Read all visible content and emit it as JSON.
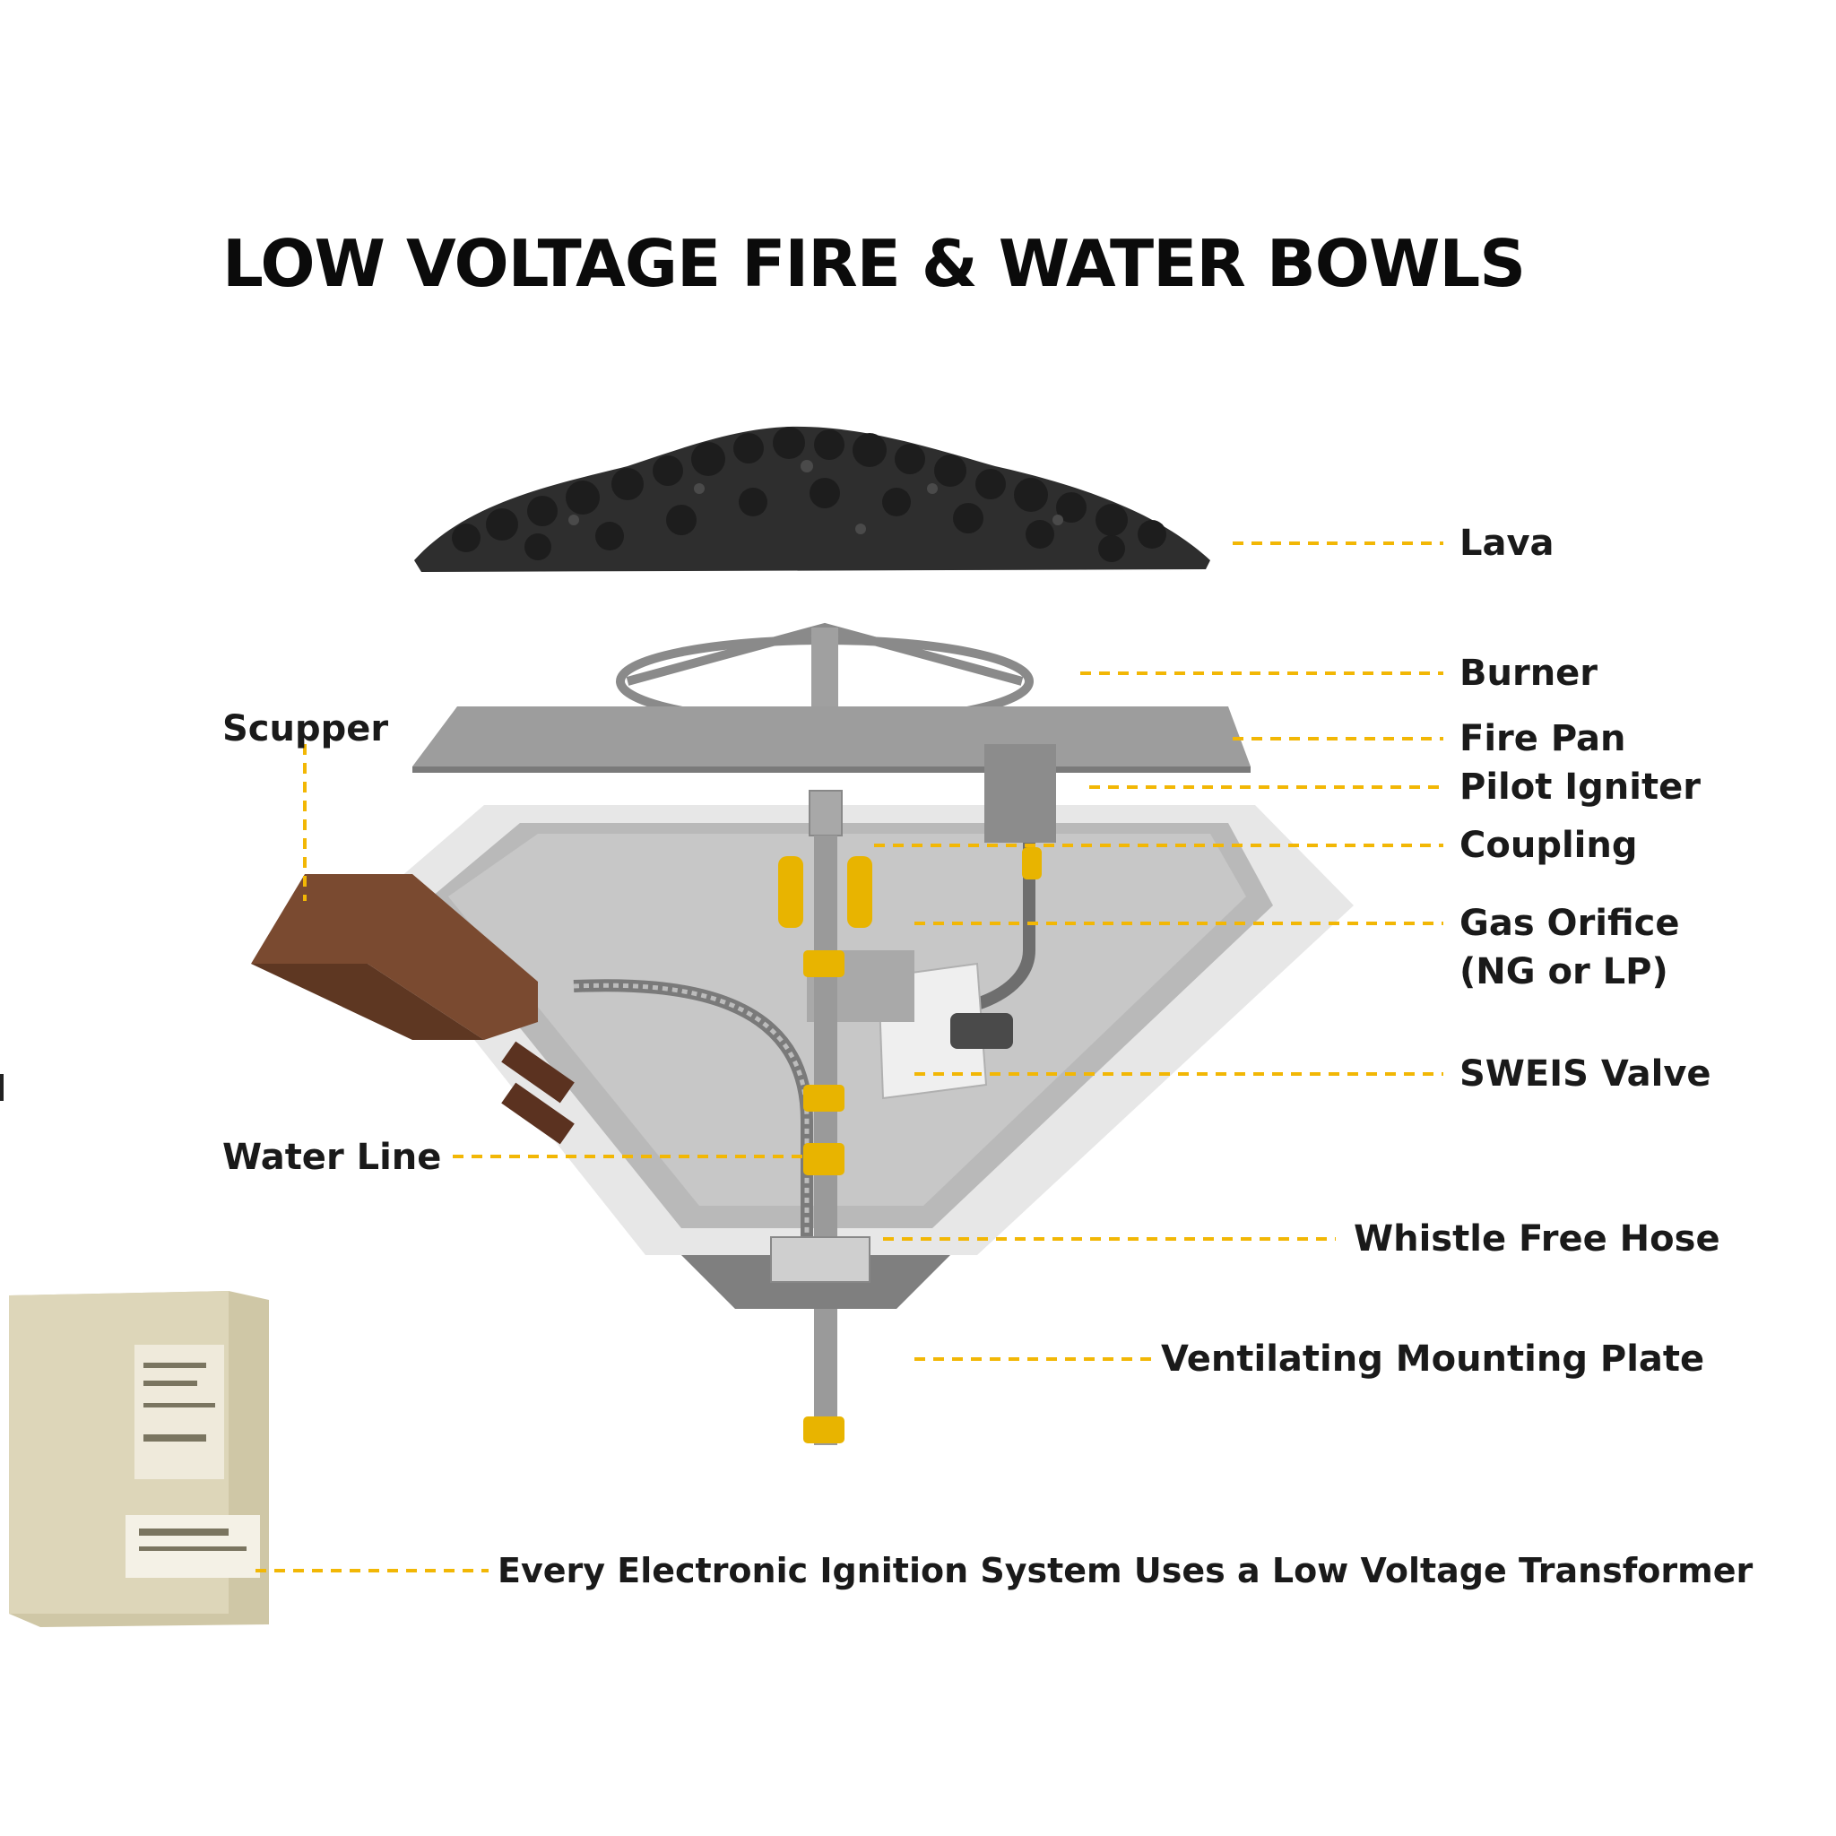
{
  "title": "LOW VOLTAGE FIRE & WATER BOWLS",
  "callouts": {
    "lava": "Lava",
    "burner": "Burner",
    "fire_pan": "Fire Pan",
    "pilot_igniter": "Pilot Igniter",
    "coupling": "Coupling",
    "gas_orifice_line1": "Gas Orifice",
    "gas_orifice_line2": "(NG or LP)",
    "sweis_valve": "SWEIS Valve",
    "whistle_free_hose": "Whistle Free Hose",
    "ventilating_mounting_plate": "Ventilating Mounting Plate",
    "scupper": "Scupper",
    "water_line": "Water Line",
    "transformer_note": "Every Electronic Ignition System Uses a Low Voltage Transformer"
  },
  "colors": {
    "leader": "#f2b705",
    "lava": "#2a2a2a",
    "bowl": "#d6d6d6",
    "scupper": "#7a4a30",
    "fitting": "#e8b400",
    "transformer_box": "#d9d2b4"
  }
}
